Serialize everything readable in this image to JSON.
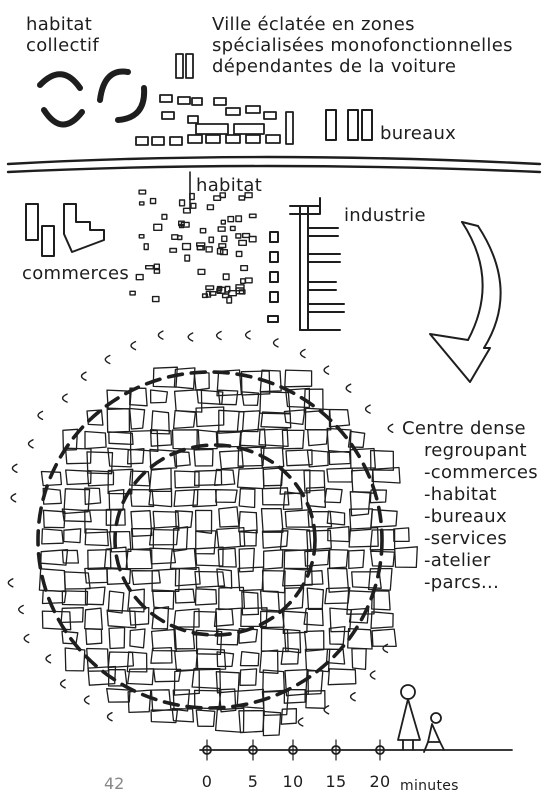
{
  "labels": {
    "habitat_collectif": [
      "habitat",
      "collectif"
    ],
    "title": [
      "Ville éclatée en zones",
      "spécialisées monofonctionnelles",
      "dépendantes de la voiture"
    ],
    "bureaux": "bureaux",
    "habitat": "habitat",
    "industrie": "industrie",
    "commerces": "commerces",
    "centre": [
      "Centre dense",
      "regroupant",
      "-commerces",
      "-habitat",
      "-bureaux",
      "-services",
      "-atelier",
      "-parcs..."
    ]
  },
  "timeline": {
    "ticks": [
      "0",
      "5",
      "10",
      "15",
      "20"
    ],
    "unit": "minutes"
  },
  "page_number": "42"
}
